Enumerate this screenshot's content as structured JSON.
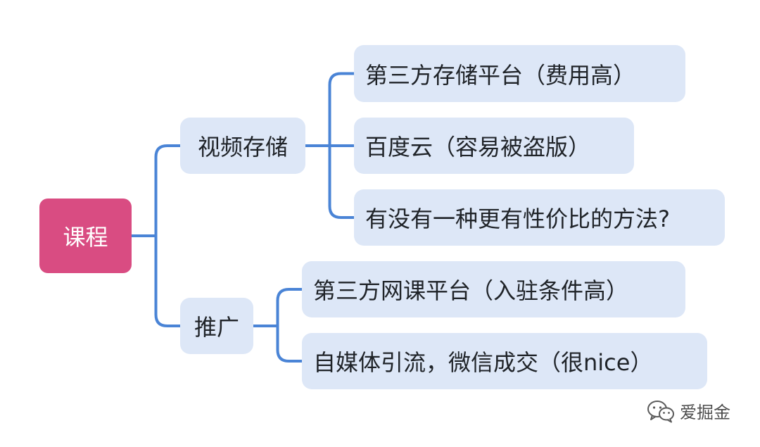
{
  "colors": {
    "root_fill": "#d94c82",
    "node_fill": "#dde7f7",
    "connector": "#4a84d6"
  },
  "mindmap": {
    "root": {
      "label": "课程"
    },
    "branches": [
      {
        "label": "视频存储",
        "children": [
          {
            "label": "第三方存储平台（费用高）"
          },
          {
            "label": "百度云（容易被盗版）"
          },
          {
            "label": "有没有一种更有性价比的方法?"
          }
        ]
      },
      {
        "label": "推广",
        "children": [
          {
            "label": "第三方网课平台（入驻条件高）"
          },
          {
            "label": "自媒体引流，微信成交（很nice）"
          }
        ]
      }
    ]
  },
  "watermark": {
    "icon": "wechat-icon",
    "text": "爱掘金"
  }
}
